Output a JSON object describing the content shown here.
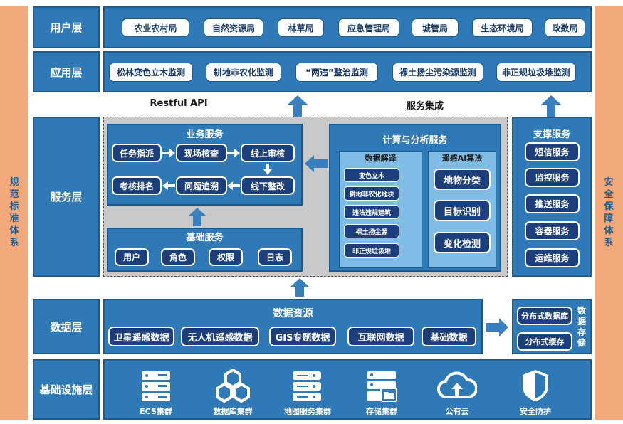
{
  "sides": {
    "left": "规范标准体系",
    "right": "安全保障体系"
  },
  "layers": {
    "user": "用户层",
    "app": "应用层",
    "service": "服务层",
    "data": "数据层",
    "infra": "基础设施层"
  },
  "users": [
    "农业农村局",
    "自然资源局",
    "林草局",
    "应急管理局",
    "城管局",
    "生态环境局",
    "政数局"
  ],
  "apps": [
    "松林变色立木监测",
    "耕地非农化监测",
    "“两违”整治监测",
    "裸土扬尘污染源监测",
    "非正规垃圾堆监测"
  ],
  "restful": "Restful API",
  "integration": "服务集成",
  "business": {
    "title": "业务服务",
    "row1": [
      "任务指派",
      "现场核查",
      "线上审核"
    ],
    "row2": [
      "考核排名",
      "问题追溯",
      "线下整改"
    ]
  },
  "basic": {
    "title": "基础服务",
    "items": [
      "用户",
      "角色",
      "权限",
      "日志"
    ]
  },
  "compute": {
    "title": "计算与分析服务",
    "interp_title": "数据解译",
    "interp": [
      "变色立木",
      "耕地非农化地块",
      "违法违规建筑",
      "裸土扬尘源",
      "非正规垃圾堆"
    ],
    "ai_title": "遥感AI算法",
    "ai": [
      "地物分类",
      "目标识别",
      "变化检测"
    ]
  },
  "support": {
    "title": "支撑服务",
    "items": [
      "短信服务",
      "监控服务",
      "推送服务",
      "容器服务",
      "运维服务"
    ]
  },
  "data_resources": {
    "title": "数据资源",
    "items": [
      "卫星遥感数据",
      "无人机遥感数据",
      "GIS专题数据",
      "互联网数据",
      "基础数据"
    ]
  },
  "storage": {
    "items": [
      "分布式数据库",
      "分布式缓存"
    ],
    "label": "数据存储"
  },
  "infra": [
    "ECS集群",
    "数据库集群",
    "地图服务集群",
    "存储集群",
    "公有云",
    "安全防护"
  ],
  "colors": {
    "band": "#2f79b7",
    "navy": "#1c3f7c",
    "side": "#f2a87a",
    "gray": "#c9c9c9",
    "light": "#7fbde6"
  }
}
